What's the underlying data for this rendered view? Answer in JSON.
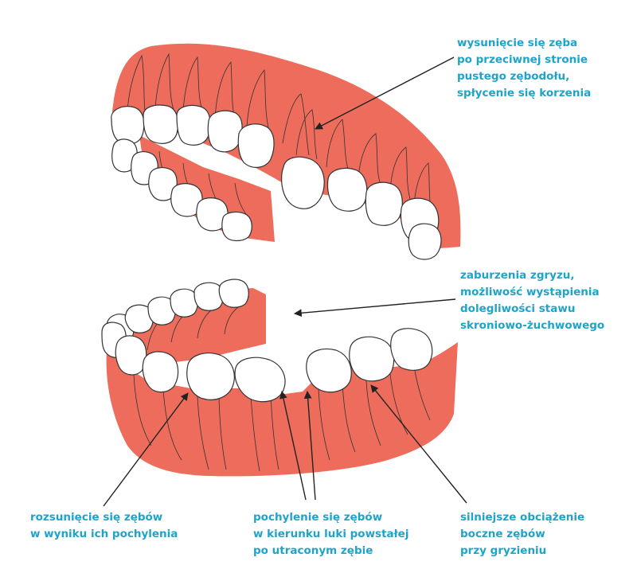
{
  "labels": {
    "upper_extrusion": [
      "wysunięcie się zęba",
      "po przeciwnej stronie",
      "pustego zębodołu,",
      "spłycenie się korzenia"
    ],
    "bite_disorder": [
      "zaburzenia zgryzu,",
      "możliwość wystąpienia",
      "dolegliwości stawu",
      "skroniowo-żuchwowego"
    ],
    "teeth_spacing": [
      "rozsunięcie się zębów",
      "w wyniku ich pochylenia"
    ],
    "teeth_tilt": [
      "pochylenie się zębów",
      "w kierunku luki powstałej",
      "po utraconym zębie"
    ],
    "side_load": [
      "silniejsze obciążenie",
      "boczne zębów",
      "przy gryzieniu"
    ]
  },
  "colors": {
    "gum": "#ee6c5b",
    "tooth": "#ffffff",
    "outline": "#333333",
    "label": "#1ea3c9",
    "arrow": "#222222"
  }
}
